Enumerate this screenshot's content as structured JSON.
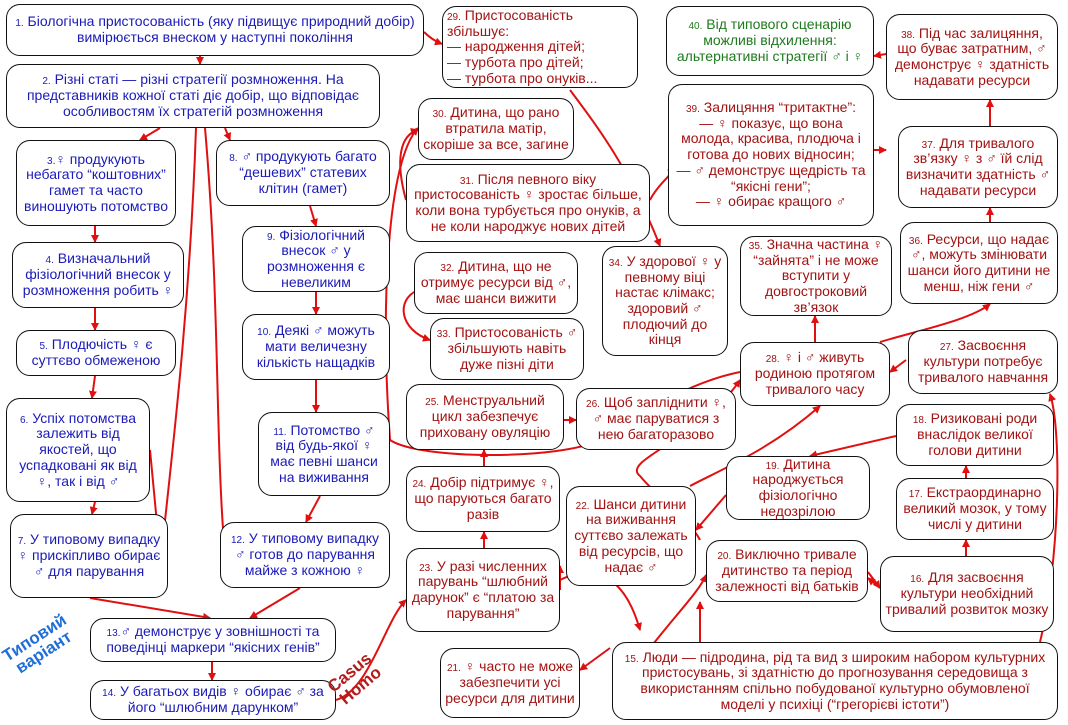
{
  "colors": {
    "blue": "#1a1ab8",
    "red": "#a31212",
    "green": "#1e7a1e",
    "arrow": "#e01010"
  },
  "side_labels": {
    "typical": "Типовий варіант",
    "casus": "Casus Homo"
  },
  "nodes": {
    "n1": {
      "num": "1.",
      "text": "Біологічна пристосованість (яку підвищує природний добір) вимірюється внеском у наступні покоління"
    },
    "n2": {
      "num": "2.",
      "text": "Різні статі — різні стратегії розмноження. На представників кожної статі діє добір, що відповідає особливостям їх стратегій розмноження"
    },
    "n3": {
      "num": "3.",
      "text": "♀ продукують небагато “коштовних” гамет та часто виношують потомство"
    },
    "n4": {
      "num": "4.",
      "text": "Визначальний фізіологічний внесок у розмноження робить ♀"
    },
    "n5": {
      "num": "5.",
      "text": "Плодючість ♀ є суттєво обмеженою"
    },
    "n6": {
      "num": "6.",
      "text": "Успіх потомства залежить від якостей, що успадковані як від ♀, так і від ♂"
    },
    "n7": {
      "num": "7.",
      "text": "У типовому випадку ♀ прискіпливо обирає ♂ для парування"
    },
    "n8": {
      "num": "8.",
      "text": "♂ продукують багато “дешевих” статевих клітин (гамет)"
    },
    "n9": {
      "num": "9.",
      "text": "Фізіологічний внесок ♂ у розмноження є невеликим"
    },
    "n10": {
      "num": "10.",
      "text": "Деякі ♂ можуть мати величезну кількість нащадків"
    },
    "n11": {
      "num": "11.",
      "text": "Потомство ♂ від будь-якої ♀ має певні шанси на виживання"
    },
    "n12": {
      "num": "12.",
      "text": "У типовому випадку ♂ готов до парування майже з кожною ♀"
    },
    "n13": {
      "num": "13.",
      "text": "♂ демонструє у зовнішності та поведінці маркери “якісних генів”"
    },
    "n14": {
      "num": "14.",
      "text": "У багатьох видів ♀ обирає ♂ за його “шлюбним дарунком”"
    },
    "n15": {
      "num": "15.",
      "text": "Люди — підродина, рід та вид з широким набором культурних пристосувань, зі здатністю до прогнозування середовища з використанням спільно побудованої культурно обумовленої моделі у психіці (“грегорієві істоти”)"
    },
    "n16": {
      "num": "16.",
      "text": "Для засвоєння культури необхідний тривалий розвиток мозку"
    },
    "n17": {
      "num": "17.",
      "text": "Екстраординарно великий мозок, у тому числі у дитини"
    },
    "n18": {
      "num": "18.",
      "text": "Ризиковані роди внаслідок великої голови дитини"
    },
    "n19": {
      "num": "19.",
      "text": "Дитина народжується фізіологічно недозрілою"
    },
    "n20": {
      "num": "20.",
      "text": "Виключно тривале дитинство та період залежності від батьків"
    },
    "n21": {
      "num": "21.",
      "text": "♀ часто не може забезпечити усі ресурси для дитини"
    },
    "n22": {
      "num": "22.",
      "text": "Шанси дитини на виживання суттєво залежать від ресурсів, що надає ♂"
    },
    "n23": {
      "num": "23.",
      "text": "У разі численних парувань “шлюбний дарунок” є “платою за парування”"
    },
    "n24": {
      "num": "24.",
      "text": "Добір підтримує ♀, що паруються багато разів"
    },
    "n25": {
      "num": "25.",
      "text": "Менструальний цикл забезпечує приховану овуляцію"
    },
    "n26": {
      "num": "26.",
      "text": "Щоб запліднити ♀, ♂ має паруватися з нею багаторазово"
    },
    "n27": {
      "num": "27.",
      "text": "Засвоєння культури потребує тривалого навчання"
    },
    "n28": {
      "num": "28.",
      "text": "♀ і ♂ живуть родиною протягом тривалого часу"
    },
    "n29": {
      "num": "29.",
      "text": "Пристосованість збільшує:\n— народження дітей;\n— турбота про дітей;\n— турбота про онуків..."
    },
    "n30": {
      "num": "30.",
      "text": "Дитина, що рано втратила матір, скоріше за все, загине"
    },
    "n31": {
      "num": "31.",
      "text": "Після певного віку пристосованість ♀ зростає більше, коли вона турбується про онуків, а не коли народжує нових дітей"
    },
    "n32": {
      "num": "32.",
      "text": "Дитина, що не отримує ресурси від ♂, має шанси вижити"
    },
    "n33": {
      "num": "33.",
      "text": "Пристосованість ♂ збільшують навіть дуже пізні діти"
    },
    "n34": {
      "num": "34.",
      "text": "У здорової ♀ у певному віці настає клімакс; здоровий ♂ плодючий до кінця"
    },
    "n35": {
      "num": "35.",
      "text": "Значна частина ♀ “зайнята” і не може вступити у довгостроковий зв’язок"
    },
    "n36": {
      "num": "36.",
      "text": "Ресурси, що надає ♂, можуть змінювати шанси його дитини не менш, ніж гени ♂"
    },
    "n37": {
      "num": "37.",
      "text": "Для тривалого зв’язку ♀ з ♂ їй слід визначити здатність ♂ надавати ресурси"
    },
    "n38": {
      "num": "38.",
      "text": "Під час залицяння, що буває затратним, ♂ демонструє ♀ здатність надавати ресурси"
    },
    "n39": {
      "num": "39.",
      "text": "Залицяння “тритактне”:\n— ♀ показує, що вона молода, красива, плодюча і готова до нових відносин;\n— ♂ демонструє щедрість та “якісні гени”;\n— ♀ обирає кращого ♂"
    },
    "n40": {
      "num": "40.",
      "text": "Від типового сценарію можливі відхилення: альтернативні стратегії ♂ і ♀"
    }
  }
}
